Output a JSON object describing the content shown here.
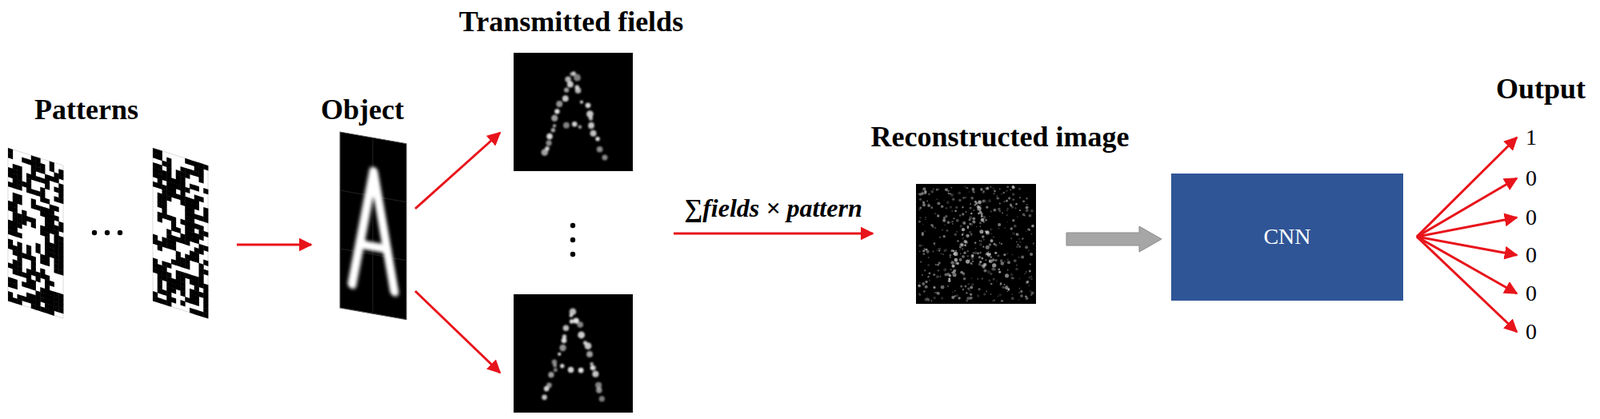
{
  "diagram": {
    "nodes": [
      {
        "text": [
          "Patterns"
        ]
      },
      {
        "text": [
          "Object"
        ]
      },
      {
        "text": [
          "Transmitted fields"
        ]
      },
      {
        "text": [
          "Reconstructed image"
        ]
      },
      {
        "text": [
          "CNN"
        ]
      },
      {
        "text": [
          "1"
        ]
      },
      {
        "text": [
          "0"
        ]
      },
      {
        "text": [
          "0"
        ]
      },
      {
        "text": [
          "0"
        ]
      },
      {
        "text": [
          "0"
        ]
      },
      {
        "text": [
          "0"
        ]
      }
    ],
    "edges": [
      {
        "from": 0,
        "to": 1,
        "arrow": "to"
      },
      {
        "from": 1,
        "to": 2,
        "arrow": "to"
      },
      {
        "from": 1,
        "to": 2,
        "arrow": "to"
      },
      {
        "from": 2,
        "to": 3,
        "label": "∑fields × pattern",
        "arrow": "to"
      },
      {
        "from": 3,
        "to": 4,
        "arrow": "to"
      },
      {
        "from": 4,
        "to": 5,
        "arrow": "to"
      },
      {
        "from": 4,
        "to": 6,
        "arrow": "to"
      },
      {
        "from": 4,
        "to": 7,
        "arrow": "to"
      },
      {
        "from": 4,
        "to": 8,
        "arrow": "to"
      },
      {
        "from": 4,
        "to": 9,
        "arrow": "to"
      },
      {
        "from": 4,
        "to": 10,
        "arrow": "to"
      }
    ],
    "labels": [
      "Output"
    ]
  }
}
